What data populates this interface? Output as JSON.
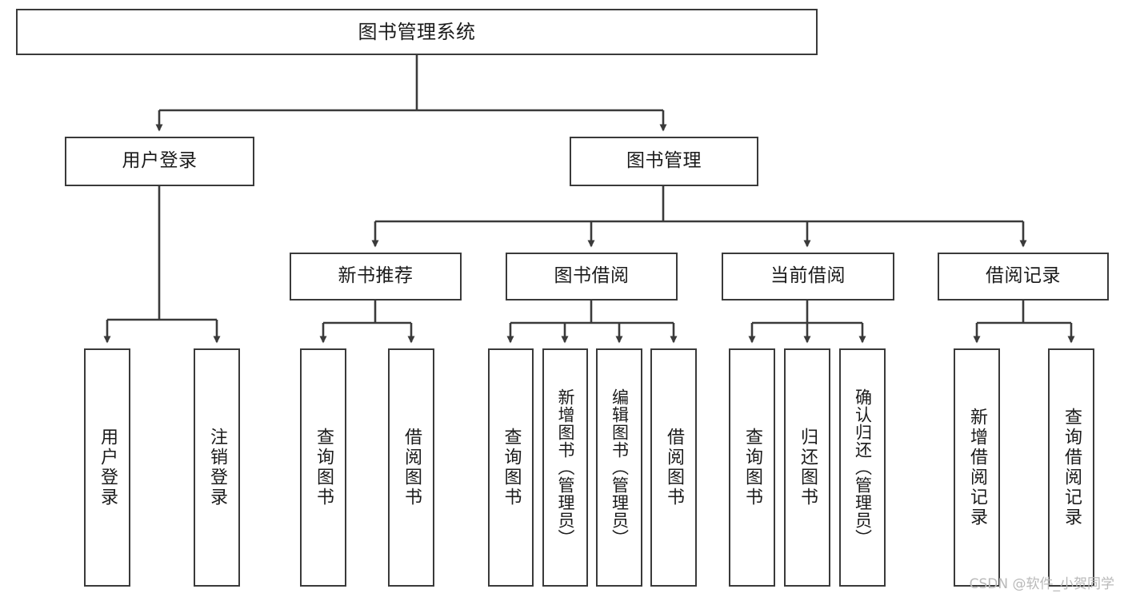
{
  "diagram": {
    "title": "图书管理系统",
    "type": "tree",
    "watermark": "CSDN @软件_小贺同学",
    "colors": {
      "stroke": "#3a3a3a",
      "fill": "#ffffff",
      "text": "#1b1b1b",
      "watermark": "#b9b9b9"
    },
    "nodes": {
      "root": "图书管理系统",
      "level2": {
        "user_login": "用户登录",
        "book_manage": "图书管理"
      },
      "level3": {
        "new_book_recommend": "新书推荐",
        "book_borrow": "图书借阅",
        "current_borrow": "当前借阅",
        "borrow_record": "借阅记录"
      },
      "leaves": {
        "user_login_1": "用户登录",
        "user_login_2": "注销登录",
        "recommend_1": "查询图书",
        "recommend_2": "借阅图书",
        "borrow_1": "查询图书",
        "borrow_2": "新增图书（管理员）",
        "borrow_3": "编辑图书（管理员）",
        "borrow_4": "借阅图书",
        "current_1": "查询图书",
        "current_2": "归还图书",
        "current_3": "确认归还（管理员）",
        "record_1": "新增借阅记录",
        "record_2": "查询借阅记录"
      }
    }
  }
}
